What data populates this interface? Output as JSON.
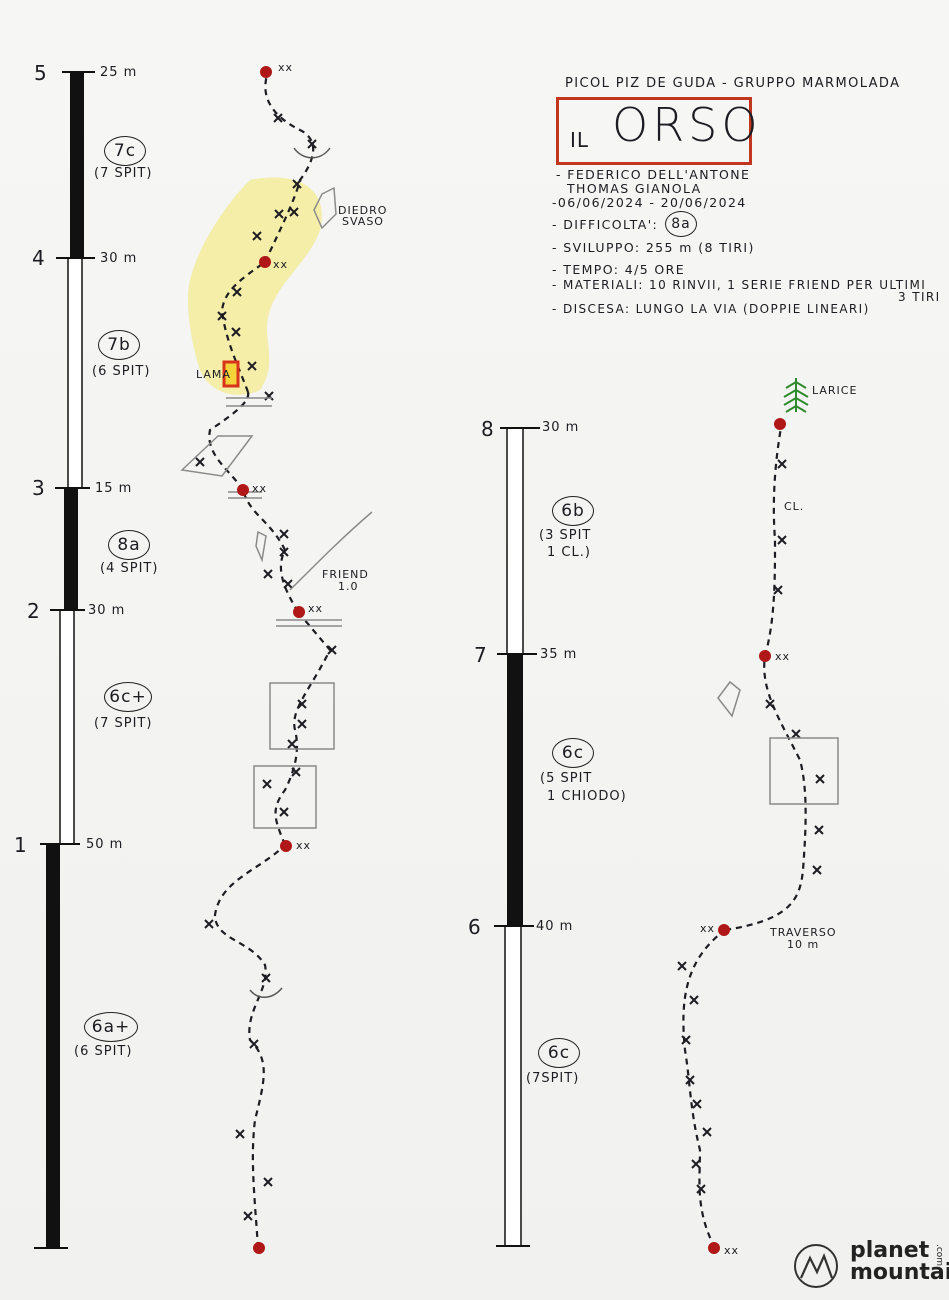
{
  "header": {
    "location": "PICOL PIZ DE GUDA - GRUPPO MARMOLADA",
    "title_prefix": "IL",
    "title": "ORSO",
    "author_1": "- FEDERICO DELL'ANTONE",
    "author_2": "THOMAS GIANOLA",
    "dates": "-06/06/2024 - 20/06/2024",
    "difficulty_label": "- DIFFICOLTA':",
    "difficulty_value": "8a",
    "development": "- SVILUPPO: 255 m (8 TIRI)",
    "time": "- TEMPO: 4/5 ORE",
    "materials_1": "- MATERIALI: 10 RINVII, 1 SERIE FRIEND PER ULTIMI",
    "materials_2": "3 TIRI",
    "descent": "- DISCESA: LUNGO LA VIA (DOPPIE LINEARI)"
  },
  "left_column": {
    "belay_numbers": [
      "5",
      "4",
      "3",
      "2",
      "1"
    ],
    "lengths": [
      "25 m",
      "30 m",
      "15 m",
      "30 m",
      "50 m"
    ],
    "pitches": [
      {
        "grade": "7c",
        "protection": "(7 SPIT)"
      },
      {
        "grade": "7b",
        "protection": "(6 SPIT)"
      },
      {
        "grade": "8a",
        "protection": "(4 SPIT)"
      },
      {
        "grade": "6c+",
        "protection": "(7 SPIT)"
      },
      {
        "grade": "6a+",
        "protection": "(6 SPIT)"
      }
    ]
  },
  "right_column": {
    "belay_numbers": [
      "8",
      "7",
      "6"
    ],
    "lengths": [
      "30 m",
      "35 m",
      "40 m"
    ],
    "pitches": [
      {
        "grade": "6b",
        "protection_1": "(3 SPIT",
        "protection_2": "1 CL.)"
      },
      {
        "grade": "6c",
        "protection_1": "(5 SPIT",
        "protection_2": "1 CHIODO)"
      },
      {
        "grade": "6c",
        "protection_1": "(7SPIT)",
        "protection_2": ""
      }
    ]
  },
  "topo_labels": {
    "diedro_1": "DIEDRO",
    "diedro_2": "SVASO",
    "lama": "LAMA",
    "friend_1": "FRIEND",
    "friend_2": "1.0",
    "larice": "LARICE",
    "cl": "CL.",
    "traverso_1": "TRAVERSO",
    "traverso_2": "10 m",
    "belay_mark": "xx"
  },
  "logo": {
    "line1": "planet",
    "line2": "mountain",
    "suffix": ".com"
  },
  "colors": {
    "belay": "#b01818",
    "title_box": "#c2361e",
    "highlight": "#f3e76a",
    "ink": "#1c1c22"
  }
}
